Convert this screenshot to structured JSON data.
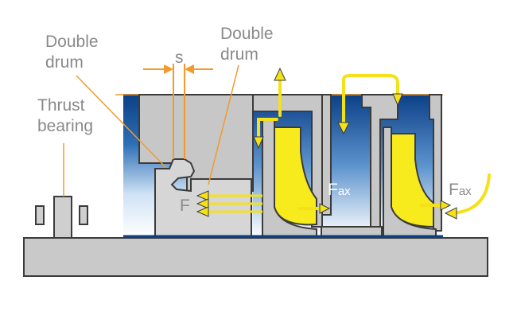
{
  "labels": {
    "double_drum_left_1": "Double",
    "double_drum_left_2": "drum",
    "thrust_bearing_1": "Thrust",
    "thrust_bearing_2": "bearing",
    "gap": "s",
    "double_drum_right_1": "Double",
    "double_drum_right_2": "drum",
    "force_f": "F",
    "fax_1_main": "F",
    "fax_1_sub": "ax",
    "fax_2_main": "F",
    "fax_2_sub": "ax"
  },
  "colors": {
    "casing_grey": "#c7c7c7",
    "casing_dark": "#3b3b3b",
    "shaft_grey": "#c9c9c9",
    "blue_dark": "#0a3f86",
    "blue_light": "#ffffff",
    "impeller_yellow": "#f7ea1d",
    "arrow_yellow": "#f4e11a",
    "leader_orange": "#f39a2a",
    "label_grey": "#8a8a8a"
  }
}
